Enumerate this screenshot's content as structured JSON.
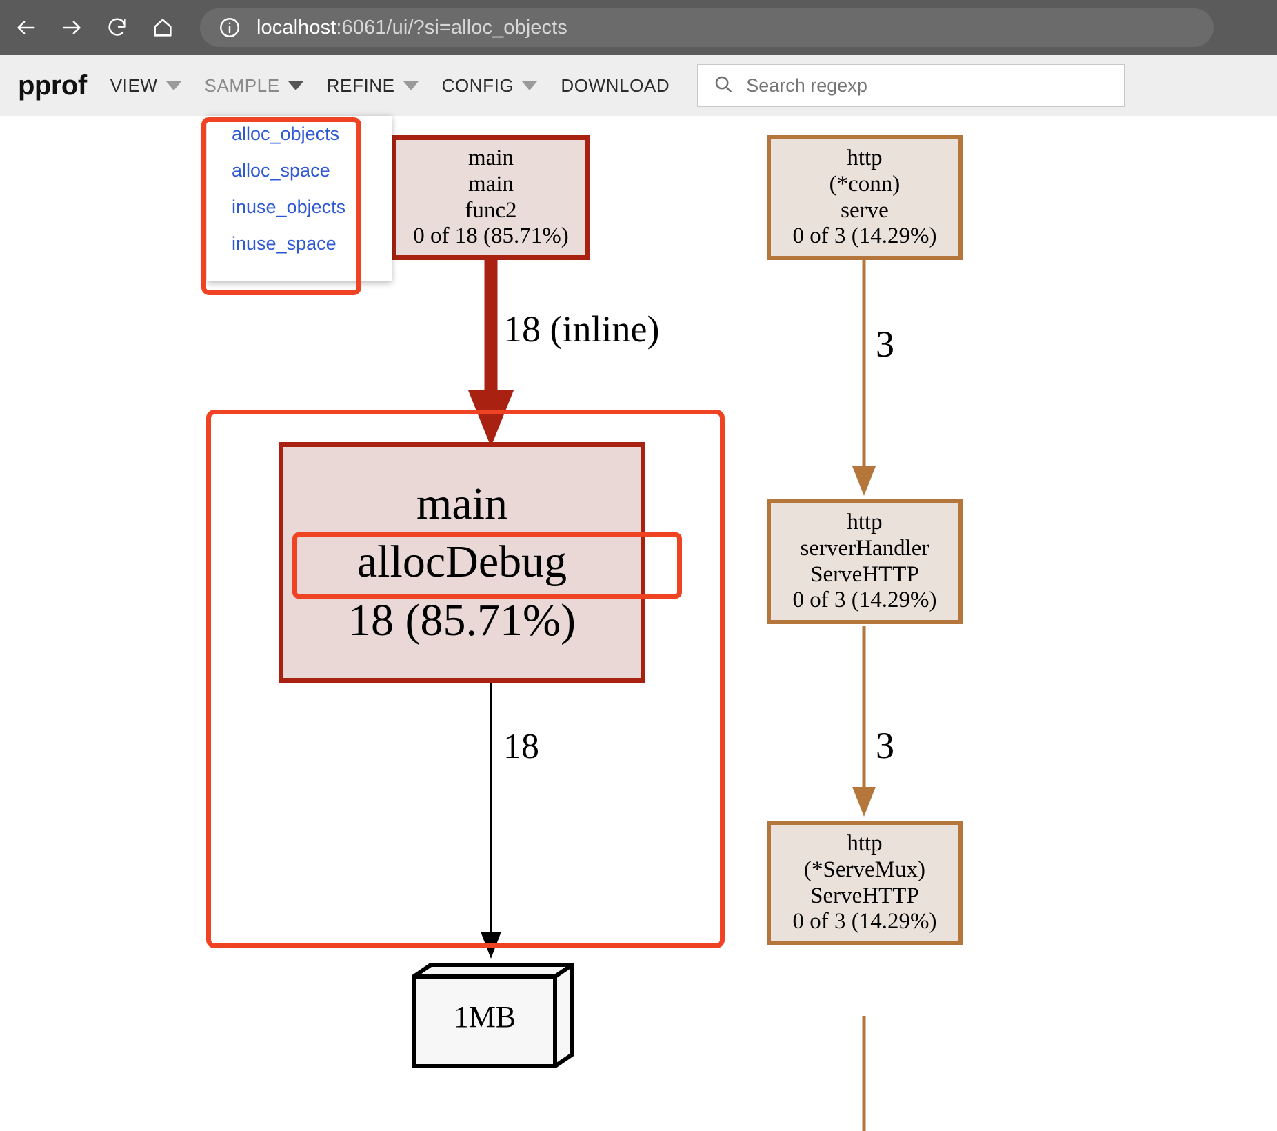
{
  "browser": {
    "back_icon": "arrow-left-icon",
    "forward_icon": "arrow-right-icon",
    "reload_icon": "reload-icon",
    "home_icon": "home-icon",
    "info_icon": "site-info-icon",
    "url_host": "localhost",
    "url_path": ":6061/ui/?si=alloc_objects",
    "url_full": "localhost:6061/ui/?si=alloc_objects"
  },
  "toolbar": {
    "logo": "pprof",
    "menus": [
      {
        "label": "VIEW",
        "has_caret": true,
        "dimmed": false
      },
      {
        "label": "SAMPLE",
        "has_caret": true,
        "dimmed": true
      },
      {
        "label": "REFINE",
        "has_caret": true,
        "dimmed": false
      },
      {
        "label": "CONFIG",
        "has_caret": true,
        "dimmed": false
      },
      {
        "label": "DOWNLOAD",
        "has_caret": false,
        "dimmed": false
      }
    ],
    "search": {
      "icon": "search-icon",
      "placeholder": "Search regexp",
      "value": ""
    }
  },
  "sample_dropdown": {
    "open": true,
    "highlight_color": "#f04323",
    "items": [
      {
        "label": "alloc_objects",
        "selected": true
      },
      {
        "label": "alloc_space",
        "selected": false
      },
      {
        "label": "inuse_objects",
        "selected": false
      },
      {
        "label": "inuse_space",
        "selected": false
      }
    ]
  },
  "graph": {
    "focus_highlight_color": "#f04323",
    "nodes": [
      {
        "id": "main-func2",
        "lines": [
          "main",
          "main",
          "func2",
          "0 of 18 (85.71%)"
        ],
        "border_color": "#a92211",
        "fill_color": "#eadcd9"
      },
      {
        "id": "http-conn-serve",
        "lines": [
          "http",
          "(*conn)",
          "serve",
          "0 of 3 (14.29%)"
        ],
        "border_color": "#b5763b",
        "fill_color": "#eae2da"
      },
      {
        "id": "main-allocdebug",
        "lines": [
          "main",
          "allocDebug",
          "18 (85.71%)"
        ],
        "highlighted_line": "allocDebug",
        "border_color": "#a92211",
        "fill_color": "#e9d8d6"
      },
      {
        "id": "http-serverhandler",
        "lines": [
          "http",
          "serverHandler",
          "ServeHTTP",
          "0 of 3 (14.29%)"
        ],
        "border_color": "#b5763b",
        "fill_color": "#eae2da"
      },
      {
        "id": "http-servemux",
        "lines": [
          "http",
          "(*ServeMux)",
          "ServeHTTP",
          "0 of 3 (14.29%)"
        ],
        "border_color": "#b5763b",
        "fill_color": "#eae2da"
      },
      {
        "id": "tag-1mb",
        "lines": [
          "1MB"
        ],
        "shape": "box3d",
        "border_color": "#000000",
        "fill_color": "#f7f7f7"
      }
    ],
    "edges": [
      {
        "id": "e-main-alloc",
        "label_line1": "18",
        "label_line2": "(inline)",
        "color": "#a92211",
        "weight": 18
      },
      {
        "id": "e-conn-handler",
        "label_line1": "3",
        "label_line2": "",
        "color": "#b5763b",
        "weight": 3
      },
      {
        "id": "e-alloc-1mb",
        "label_line1": "18",
        "label_line2": "",
        "color": "#000000",
        "weight": 18
      },
      {
        "id": "e-handler-mux",
        "label_line1": "3",
        "label_line2": "",
        "color": "#b5763b",
        "weight": 3
      }
    ]
  }
}
